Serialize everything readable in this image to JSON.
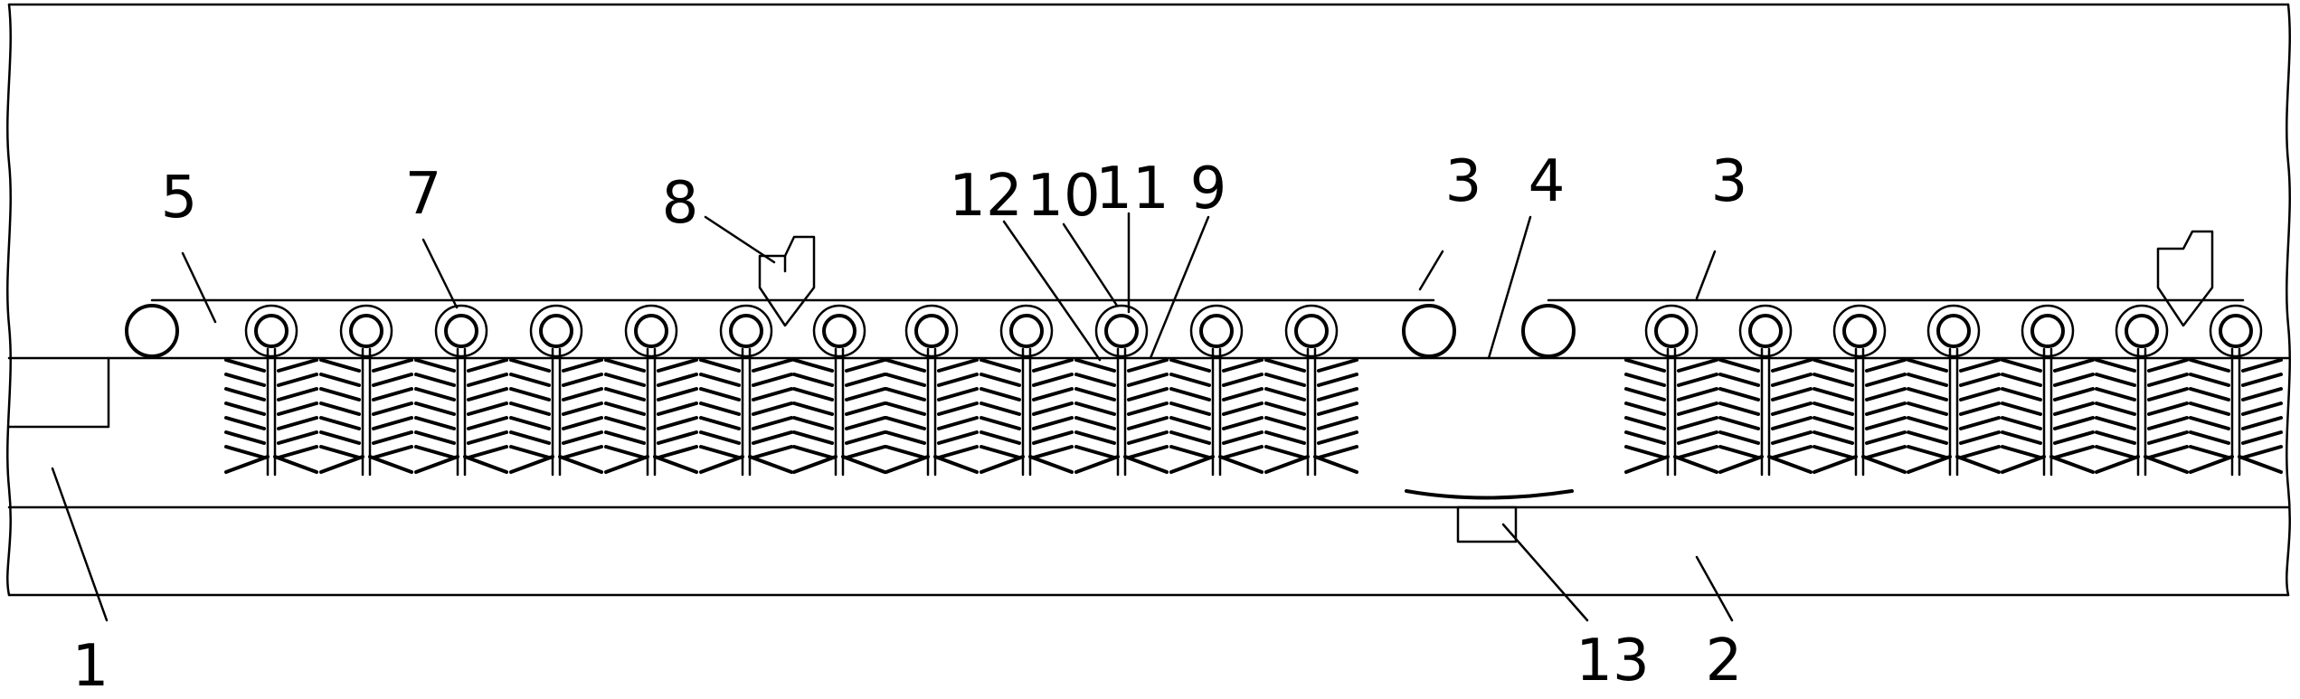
{
  "labels": {
    "l1": "1",
    "l2": "2",
    "l3a": "3",
    "l3b": "3",
    "l4": "4",
    "l5": "5",
    "l7": "7",
    "l8": "8",
    "l9": "9",
    "l10": "10",
    "l11": "11",
    "l12": "12",
    "l13": "13"
  }
}
